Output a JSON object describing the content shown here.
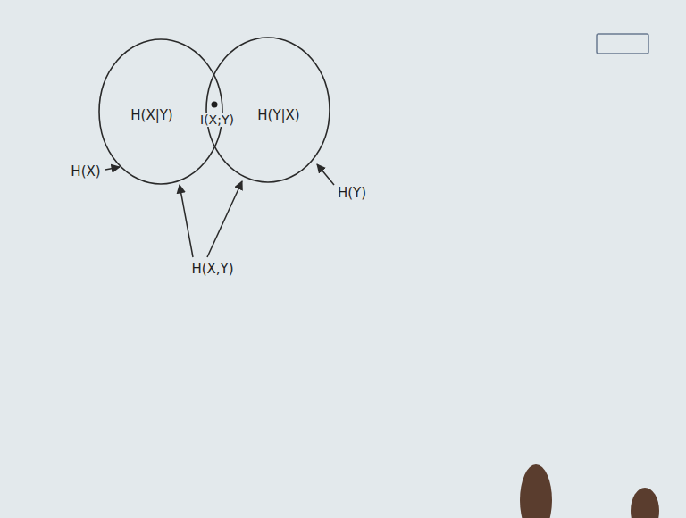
{
  "diagram": {
    "nodes": [
      {
        "text": [
          "H(X|Y)"
        ]
      },
      {
        "text": [
          "H(Y|X)"
        ]
      }
    ],
    "labels": [
      "I(X;Y)",
      "H(X)",
      "H(Y)",
      "H(X,Y)"
    ]
  }
}
